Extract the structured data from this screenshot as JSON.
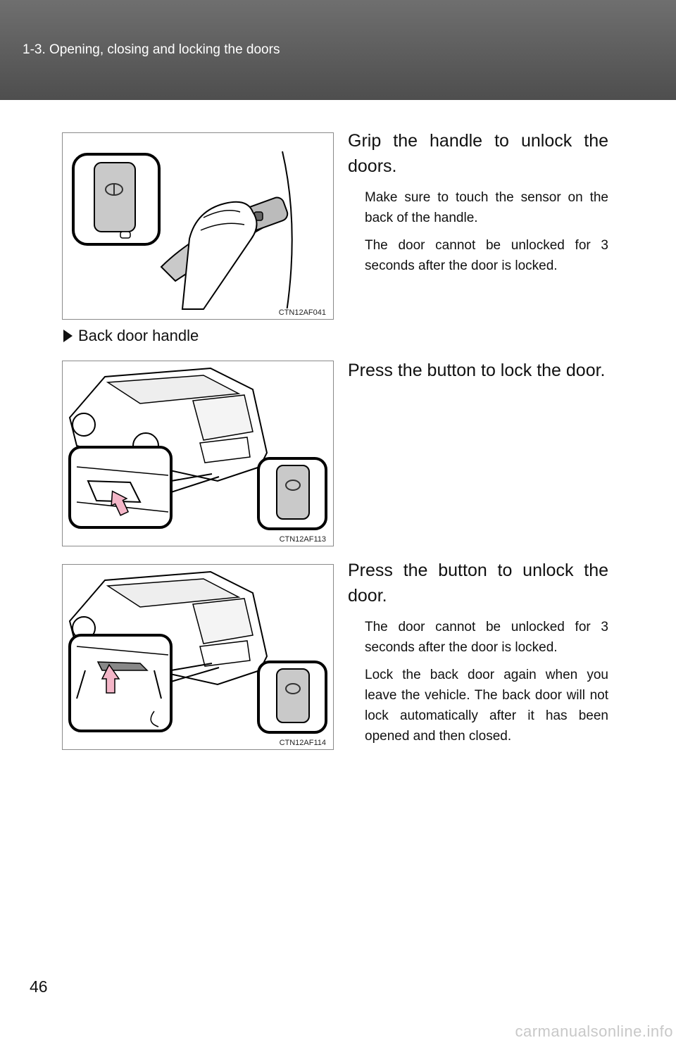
{
  "header": {
    "title": "1-3. Opening, closing and locking the doors"
  },
  "figures": {
    "fig1_code": "CTN12AF041",
    "fig2_code": "CTN12AF113",
    "fig3_code": "CTN12AF114"
  },
  "section1": {
    "heading": "Grip the handle to unlock the doors.",
    "notes": [
      "Make sure to touch the sensor on the back of the handle.",
      "The door cannot be unlocked for 3 seconds after the door is locked."
    ]
  },
  "back_door": {
    "label": "Back door handle"
  },
  "section2": {
    "heading": "Press the button to lock the door."
  },
  "section3": {
    "heading": "Press the button to unlock the door.",
    "notes": [
      "The door cannot be unlocked for 3 seconds after the door is locked.",
      "Lock the back door again when you leave the vehicle. The back door will not lock automatically after it has been opened and then closed."
    ]
  },
  "footer": {
    "page_number": "46",
    "watermark": "carmanualsonline.info"
  },
  "colors": {
    "header_bg": "#5e5e5e",
    "arrow_pink": "#f4b6c8",
    "key_fob_gray": "#c9c9c9"
  }
}
